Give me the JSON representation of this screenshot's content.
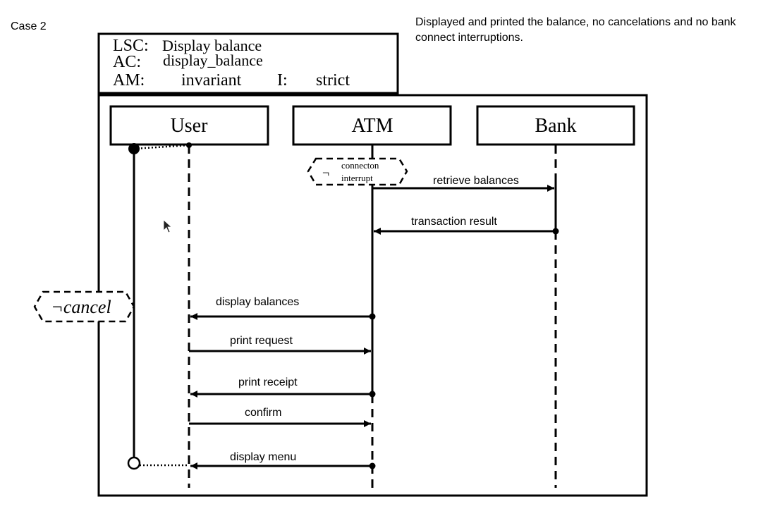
{
  "case_label": "Case 2",
  "description": "Displayed and printed the balance, no cancelations and no bank connect interruptions.",
  "header": {
    "lsc_key": "LSC:",
    "lsc_value": "Display balance",
    "ac_key": "AC:",
    "ac_value": "display_balance",
    "am_key": "AM:",
    "am_value": "invariant",
    "i_key": "I:",
    "i_value": "strict"
  },
  "lifelines": [
    {
      "name": "User"
    },
    {
      "name": "ATM"
    },
    {
      "name": "Bank"
    }
  ],
  "conditions": {
    "interrupt": {
      "neg": "¬",
      "line1": "connecton",
      "line2": "interrupt"
    },
    "cancel": {
      "text": "¬cancel"
    }
  },
  "messages": [
    {
      "label": "retrieve balances",
      "from": "ATM",
      "to": "Bank"
    },
    {
      "label": "transaction result",
      "from": "Bank",
      "to": "ATM"
    },
    {
      "label": "display balances",
      "from": "ATM",
      "to": "User"
    },
    {
      "label": "print request",
      "from": "User",
      "to": "ATM"
    },
    {
      "label": "print receipt",
      "from": "ATM",
      "to": "User"
    },
    {
      "label": "confirm",
      "from": "User",
      "to": "ATM"
    },
    {
      "label": "display menu",
      "from": "ATM",
      "to": "User"
    }
  ],
  "colors": {
    "ink": "#000000",
    "background": "#ffffff"
  }
}
